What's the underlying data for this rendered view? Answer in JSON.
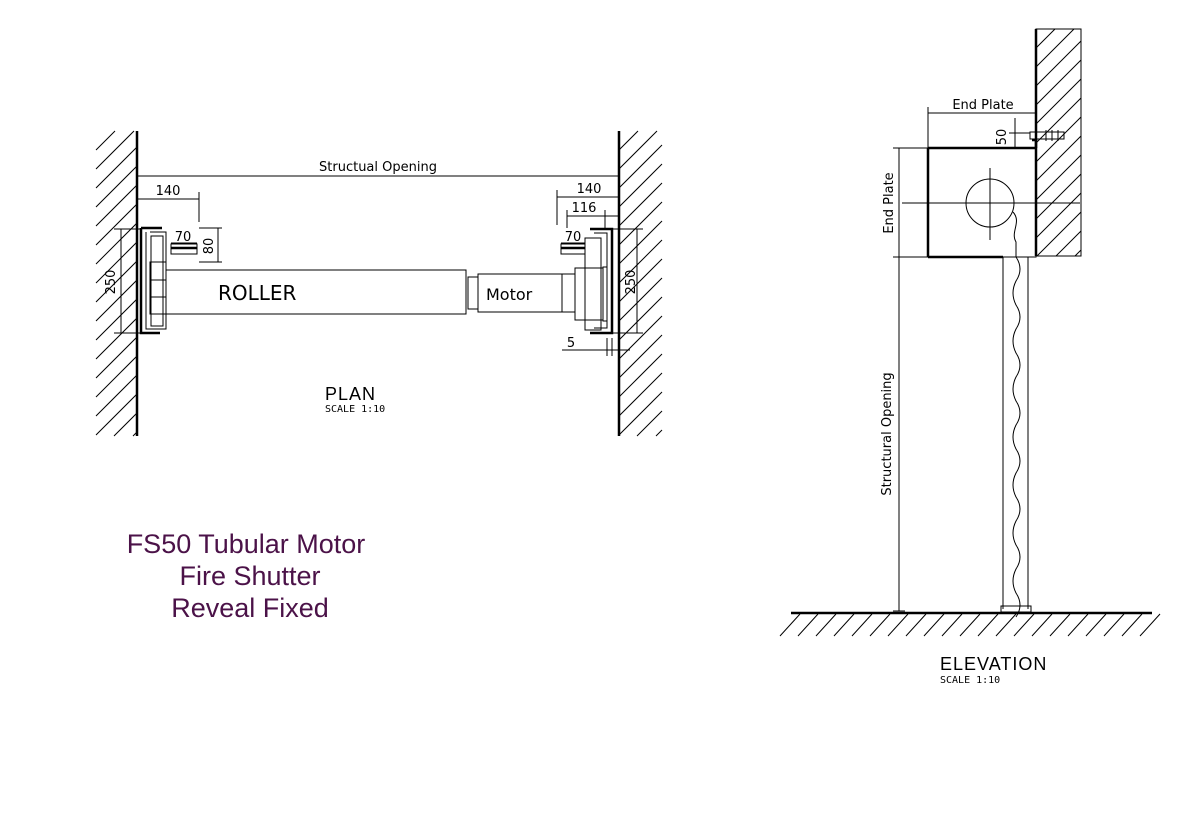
{
  "colors": {
    "title": "#4b1248",
    "ink": "#000000"
  },
  "plan": {
    "opening_label": "Structual Opening",
    "dim_left_140": "140",
    "dim_right_140": "140",
    "dim_116": "116",
    "dim_left_70": "70",
    "dim_right_70": "70",
    "dim_80": "80",
    "dim_left_250": "250",
    "dim_right_250": "250",
    "dim_5": "5",
    "roller_label": "ROLLER",
    "motor_label": "Motor",
    "view_title": "PLAN",
    "scale": "SCALE 1:10"
  },
  "elevation": {
    "end_plate_top": "End Plate",
    "dim_50": "50",
    "end_plate_side": "End Plate",
    "opening_label": "Structural Opening",
    "view_title": "ELEVATION",
    "scale": "SCALE 1:10"
  },
  "title": {
    "line1": "FS50 Tubular Motor",
    "line2": "Fire Shutter",
    "line3": "Reveal Fixed"
  }
}
